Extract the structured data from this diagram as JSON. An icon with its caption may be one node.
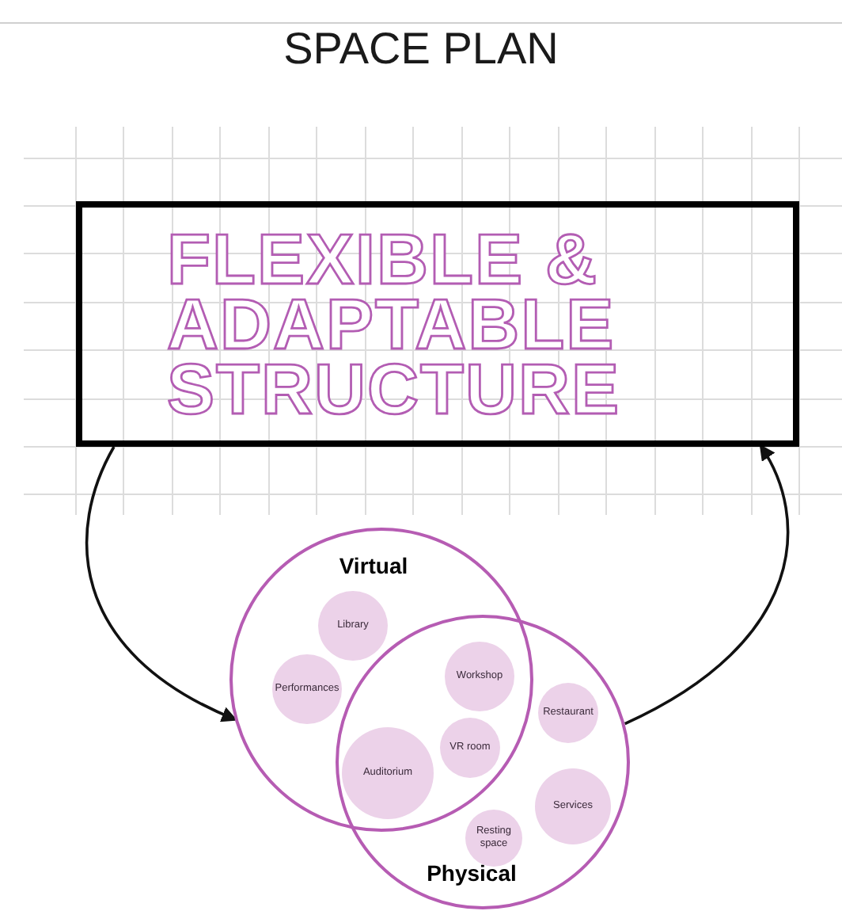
{
  "diagram": {
    "title": "SPACE PLAN",
    "nodes": [
      {
        "text": [
          "FLEXIBLE & ADAPTABLE STRUCTURE"
        ]
      },
      {
        "text": [
          "Virtual"
        ]
      },
      {
        "text": [
          "Physical"
        ]
      },
      {
        "text": [
          "Library"
        ],
        "in": 1
      },
      {
        "text": [
          "Performances"
        ],
        "in": 1
      },
      {
        "text": [
          "Workshop"
        ]
      },
      {
        "text": [
          "VR room"
        ]
      },
      {
        "text": [
          "Auditorium"
        ]
      },
      {
        "text": [
          "Restaurant"
        ],
        "in": 2
      },
      {
        "text": [
          "Services"
        ],
        "in": 2
      },
      {
        "text": [
          "Resting space"
        ],
        "in": 2
      }
    ],
    "edges": [
      {
        "from": 0,
        "to": 1,
        "arrow": "to"
      },
      {
        "from": 2,
        "to": 0,
        "arrow": "to"
      }
    ]
  }
}
